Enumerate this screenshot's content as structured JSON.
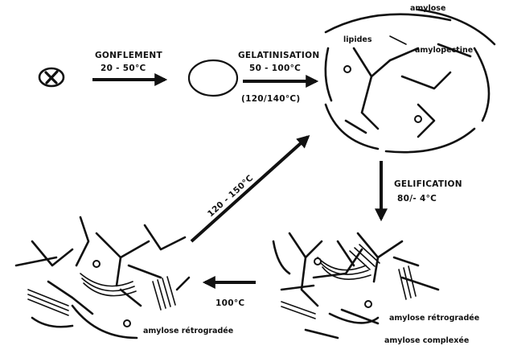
{
  "steps": {
    "swelling": {
      "label": "GONFLEMENT",
      "temp": "20 - 50°C"
    },
    "gelatinisation": {
      "label": "GELATINISATION",
      "temp": "50 - 100°C",
      "temp_alt": "(120/140°C)"
    },
    "gelification": {
      "label": "GELIFICATION",
      "temp": "80/- 4°C"
    },
    "reheat": {
      "temp": "100°C"
    },
    "high_heat": {
      "temp": "120 - 150°C"
    }
  },
  "labels": {
    "amylose": "amylose",
    "lipides": "lipides",
    "amylopectine": "amylopectine",
    "amylose_retro_right": "amylose rétrogradée",
    "amylose_complexe": "amylose complexée",
    "amylose_retro_left": "amylose rétrogradée"
  },
  "icons": {
    "granule": "starch-granule-icon"
  }
}
